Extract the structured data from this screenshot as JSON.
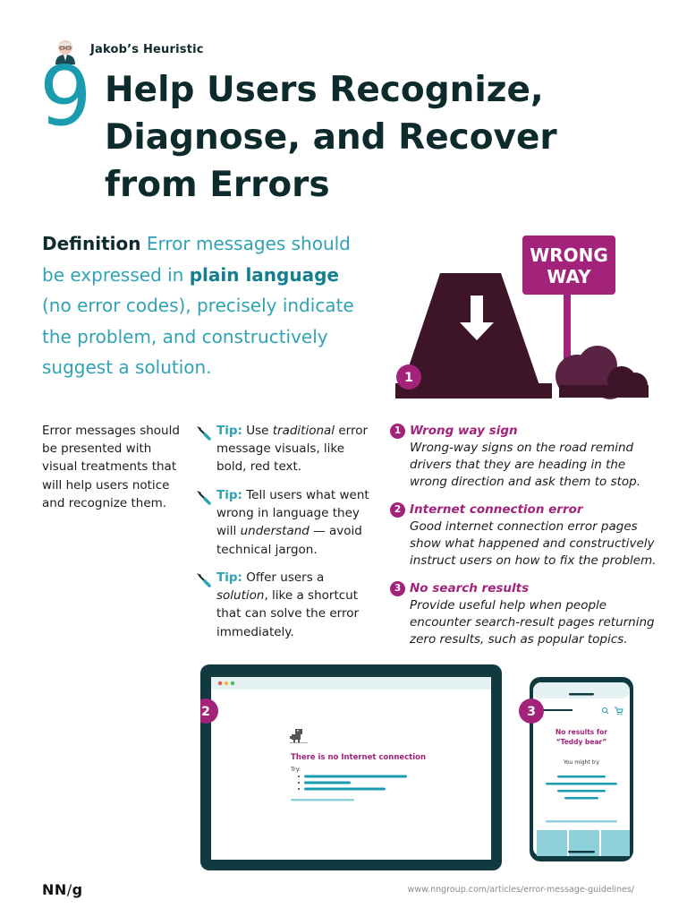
{
  "header": {
    "kicker": "Jakob’s Heuristic",
    "number": "9",
    "title": "Help Users Recognize, Diagnose, and Recover from Errors"
  },
  "definition": {
    "term": "Definition",
    "text_1": "Error messages should be expressed in",
    "emphasis": "plain language",
    "text_2": "(no error codes), precisely indicate the problem, and constructively suggest a solution."
  },
  "hero": {
    "sign_line_1": "WRONG",
    "sign_line_2": "WAY",
    "badge": "1"
  },
  "column1": {
    "text": "Error messages should be presented with visual treatments that will help users notice and recognize them."
  },
  "tips": [
    {
      "label": "Tip:",
      "before": "Use",
      "italic": "traditional",
      "after": "error message visuals, like bold, red text."
    },
    {
      "label": "Tip:",
      "before": "Tell users what went wrong in language they will",
      "italic": "understand",
      "after": "— avoid technical jargon."
    },
    {
      "label": "Tip:",
      "before": "Offer users a",
      "italic": "solution",
      "after": ", like a shortcut that can solve the error immediately."
    }
  ],
  "examples": [
    {
      "num": "1",
      "title": "Wrong way sign",
      "desc": "Wrong-way signs on the road remind drivers that they are heading in the wrong direction and ask them to stop."
    },
    {
      "num": "2",
      "title": "Internet connection error",
      "desc": "Good internet connection error pages show what happened and constructively instruct users on how to fix the problem."
    },
    {
      "num": "3",
      "title": "No search results",
      "desc": "Provide useful help when people encounter search-result pages returning zero results, such as popular topics."
    }
  ],
  "laptop": {
    "badge": "2",
    "error_title": "There is no Internet connection",
    "try_label": "Try:"
  },
  "phone": {
    "badge": "3",
    "no_results_line_1": "No results for",
    "no_results_line_2": "“Teddy bear”",
    "suggest": "You might try"
  },
  "footer": {
    "logo_left": "NN",
    "logo_slash": "/",
    "logo_right": "g",
    "url": "www.nngroup.com/articles/error-message-guidelines/"
  },
  "colors": {
    "teal": "#2fa3b5",
    "dark_teal": "#0d2a2d",
    "magenta": "#a3237a",
    "plum": "#3d1428"
  }
}
